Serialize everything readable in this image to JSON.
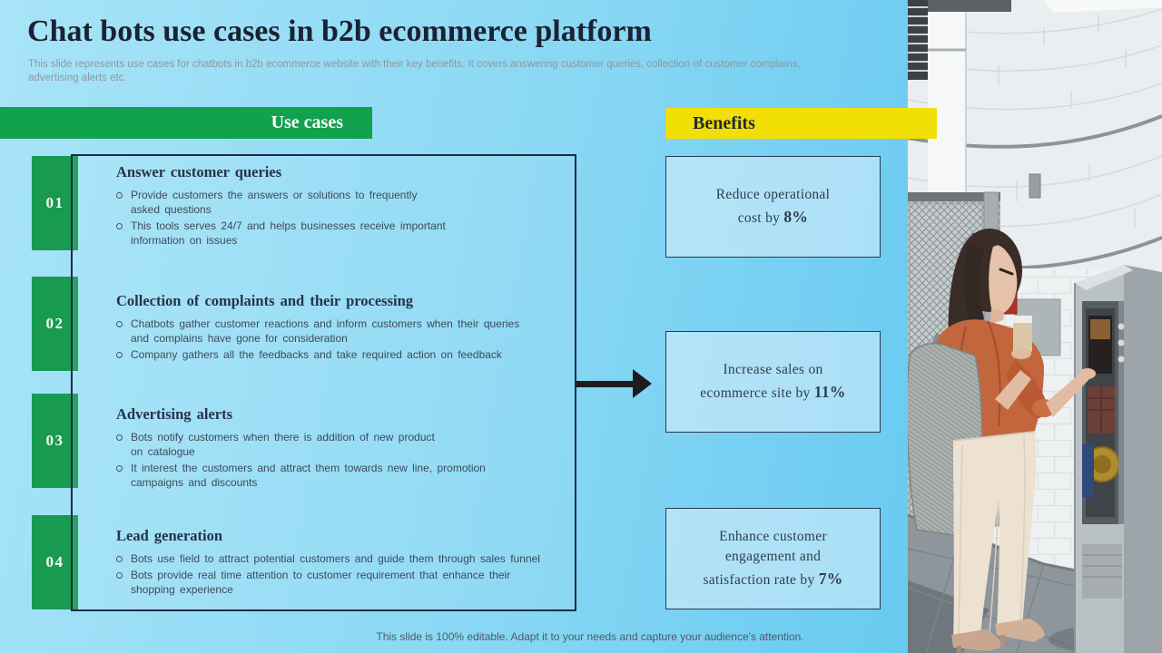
{
  "slide": {
    "title": "Chat bots use cases in b2b ecommerce platform",
    "subtitle": "This slide represents use cases for chatbots in b2b ecommerce website with their key benefits. It covers answering customer queries, collection of customer complains,\nadvertising alerts etc.",
    "footer": "This slide is 100% editable. Adapt it to your needs and capture your audience's attention."
  },
  "headers": {
    "use_cases": "Use cases",
    "benefits": "Benefits"
  },
  "use_cases": [
    {
      "number": "01",
      "title": "Answer customer queries",
      "bullets": [
        "Provide customers the answers or solutions to frequently\nasked questions",
        "This tools serves 24/7 and helps businesses receive important\ninformation on issues"
      ]
    },
    {
      "number": "02",
      "title": "Collection of complaints and their processing",
      "bullets": [
        "Chatbots gather customer reactions and inform customers when their queries\nand complains have gone for consideration",
        "Company gathers all the feedbacks and take required action on feedback"
      ]
    },
    {
      "number": "03",
      "title": "Advertising alerts",
      "bullets": [
        "Bots notify customers when there is addition of new product\non catalogue",
        "It interest the customers and attract them towards new line, promotion\ncampaigns and discounts"
      ]
    },
    {
      "number": "04",
      "title": "Lead generation",
      "bullets": [
        "Bots use field to attract potential customers and guide them through sales funnel",
        "Bots provide real time attention to customer requirement that enhance their\nshopping experience"
      ]
    }
  ],
  "benefits": [
    {
      "text": "Reduce operational\ncost by",
      "value": "8%"
    },
    {
      "text": "Increase sales on\necommerce site by",
      "value": "11%"
    },
    {
      "text": "Enhance customer\nengagement and\nsatisfaction rate by",
      "value": "7%"
    }
  ],
  "colors": {
    "accent_green": "#12A14D",
    "accent_yellow": "#F2DF05",
    "box_border": "#1D2C47",
    "background_left": "#A8E4F8",
    "background_right": "#55C2EE"
  }
}
